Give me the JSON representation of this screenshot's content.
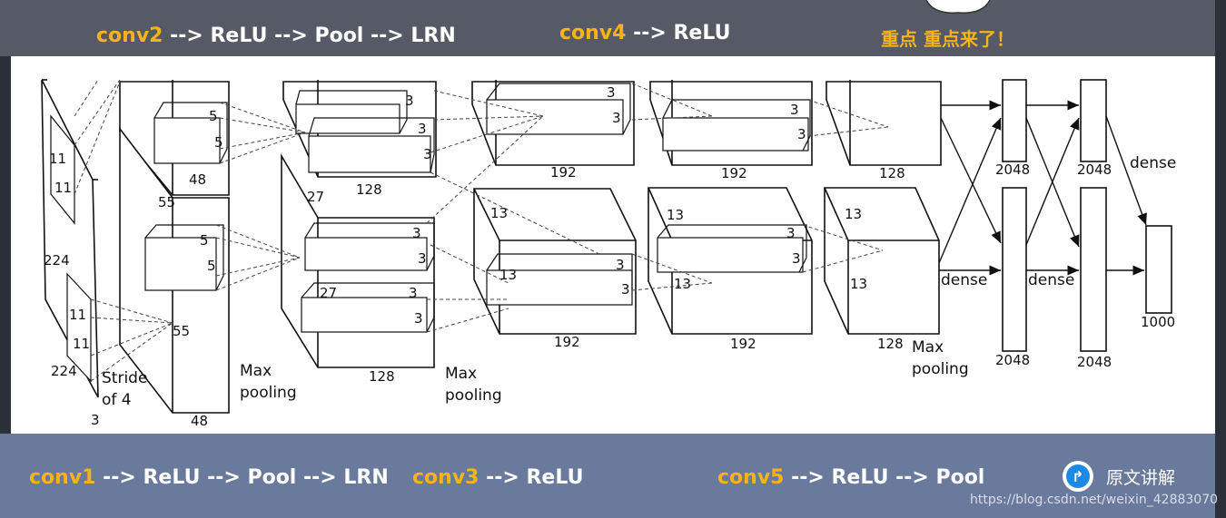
{
  "top_labels": [
    {
      "hl": "conv2",
      "rest": " --> ReLU --> Pool --> LRN"
    },
    {
      "hl": "conv4",
      "rest": " --> ReLU"
    }
  ],
  "top_note": "重点  重点来了！",
  "bottom_labels": [
    {
      "hl": "conv1",
      "rest": " --> ReLU --> Pool --> LRN"
    },
    {
      "hl": "conv3",
      "rest": " --> ReLU"
    },
    {
      "hl": "conv5",
      "rest": " --> ReLU --> Pool"
    }
  ],
  "original_link": {
    "icon": "arrow-right-icon",
    "label": "原文讲解"
  },
  "watermark": "https://blog.csdn.net/weixin_42883070",
  "diagram": {
    "input": {
      "dim": "224",
      "dim2": "224",
      "channels": "3",
      "kernel_a": "11",
      "kernel_b": "11",
      "kernel_c": "11",
      "kernel_d": "11",
      "stride": "Stride",
      "stride2": "of 4"
    },
    "conv1": {
      "size": "55",
      "size2": "55",
      "depth_top": "48",
      "depth_bottom": "48",
      "k_a": "5",
      "k_b": "5",
      "k_c": "5",
      "k_d": "5"
    },
    "pool1": {
      "line1": "Max",
      "line2": "pooling"
    },
    "conv2": {
      "size": "27",
      "size2": "27",
      "depth_top": "128",
      "depth_bottom": "128",
      "k": "3"
    },
    "pool2": {
      "line1": "Max",
      "line2": "pooling"
    },
    "conv3": {
      "size": "13",
      "size2": "13",
      "depth_top": "192",
      "depth_bottom": "192",
      "k": "3"
    },
    "conv4": {
      "size": "13",
      "size2": "13",
      "depth_top": "192",
      "depth_bottom": "192",
      "k": "3"
    },
    "conv5": {
      "size": "13",
      "size2": "13",
      "depth_top": "128",
      "depth_bottom": "128"
    },
    "pool3": {
      "line1": "Max",
      "line2": "pooling"
    },
    "fc": {
      "dense1": "dense",
      "dense2": "dense",
      "dense3": "dense",
      "units": "2048",
      "out": "1000"
    }
  }
}
